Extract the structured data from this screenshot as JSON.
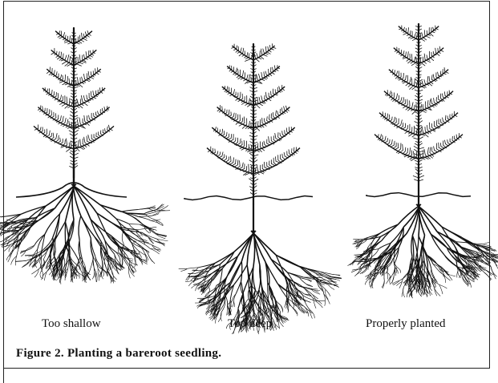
{
  "panels": [
    {
      "label": "Too shallow"
    },
    {
      "label": "Too deep"
    },
    {
      "label": "Properly planted"
    }
  ],
  "caption": "Figure 2. Planting a bareroot seedling."
}
